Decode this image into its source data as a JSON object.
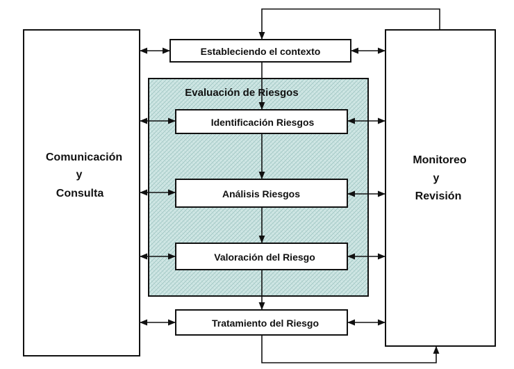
{
  "diagram": {
    "left_panel": {
      "line1": "Comunicación",
      "line2": "y",
      "line3": "Consulta"
    },
    "right_panel": {
      "line1": "Monitoreo",
      "line2": "y",
      "line3": "Revisión"
    },
    "assessment_region": {
      "title": "Evaluación de Riesgos"
    },
    "steps": {
      "context": "Estableciendo el contexto",
      "identification": "Identificación Riesgos",
      "analysis": "Análisis Riesgos",
      "valuation": "Valoración del Riesgo",
      "treatment": "Tratamiento del Riesgo"
    }
  },
  "colors": {
    "line": "#111111",
    "region_fill": "#cfe6e4",
    "region_hatch": "#9cc3c0",
    "box_fill": "#ffffff"
  }
}
